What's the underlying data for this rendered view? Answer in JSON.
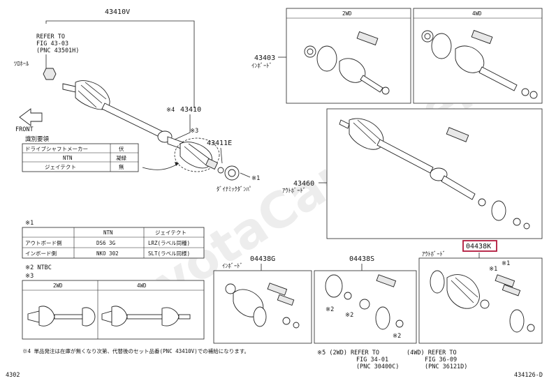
{
  "labels": {
    "p43410v": "43410V",
    "refer1_l1": "REFER TO",
    "refer1_l2": "FIG 43-03",
    "refer1_l3": "(PNC 43501H)",
    "hole": "ﾂﾛﾎｰﾙ",
    "front": "FRONT",
    "mark4_43410": "※4",
    "p43410": "43410",
    "mark3_a": "※3",
    "p43411e": "43411E",
    "mark1_a": "※1",
    "dyn_damper": "ﾀﾞｲﾅﾐｯｸﾀﾞﾝﾊﾟ",
    "p43403": "43403",
    "inboard": "ｲﾝﾎﾞｰﾄﾞ",
    "p43460": "43460",
    "outboard": "ｱｳﾄﾎﾞｰﾄﾞ",
    "p04438g": "04438G",
    "inboard2": "ｲﾝﾎﾞｰﾄﾞ",
    "p04438s": "04438S",
    "p04438k": "04438K",
    "outboard2": "ｱｳﾄﾎﾞｰﾄﾞ",
    "mark2_a": "※2",
    "mark2_b": "※2",
    "mark2_c": "※2",
    "mark1_b": "※1",
    "mark1_c": "※1",
    "tab2wd": "2WD",
    "tab4wd": "4WD",
    "refer2_l1": "※5 (2WD) REFER TO",
    "refer2_l2": "FIG 34-01",
    "refer2_l3": "(PNC 30400C)",
    "refer3_l1": "(4WD) REFER TO",
    "refer3_l2": "FIG 36-09",
    "refer3_l3": "(PNC 36121D)",
    "footer_left": "4302",
    "footer_right": "434126-D",
    "note4": "※4 単品発注は在庫が無くなり次第、代替後のセット品番(PNC 43410V)での補給になります。",
    "note2": "※2 NTBC",
    "note3": "※3",
    "note1": "※1",
    "tab3_2wd": "2WD",
    "tab3_4wd": "4WD",
    "watermark": "ToyotaCarMine.ru"
  },
  "table_ident": {
    "title": "識別要領",
    "rows": [
      [
        "ドライブシャフトメーカー",
        "伏"
      ],
      [
        "NTN",
        "凝緑"
      ],
      [
        "ジェイテクト",
        "無"
      ]
    ]
  },
  "table_parts": {
    "headers": [
      "",
      "NTN",
      "ジェイテクト"
    ],
    "rows": [
      [
        "アウトボード側",
        "DS6 3G",
        "LRZ(ラベル同種)"
      ],
      [
        "インボード側",
        "NKO 302",
        "SLT(ラベル同様)"
      ]
    ]
  }
}
